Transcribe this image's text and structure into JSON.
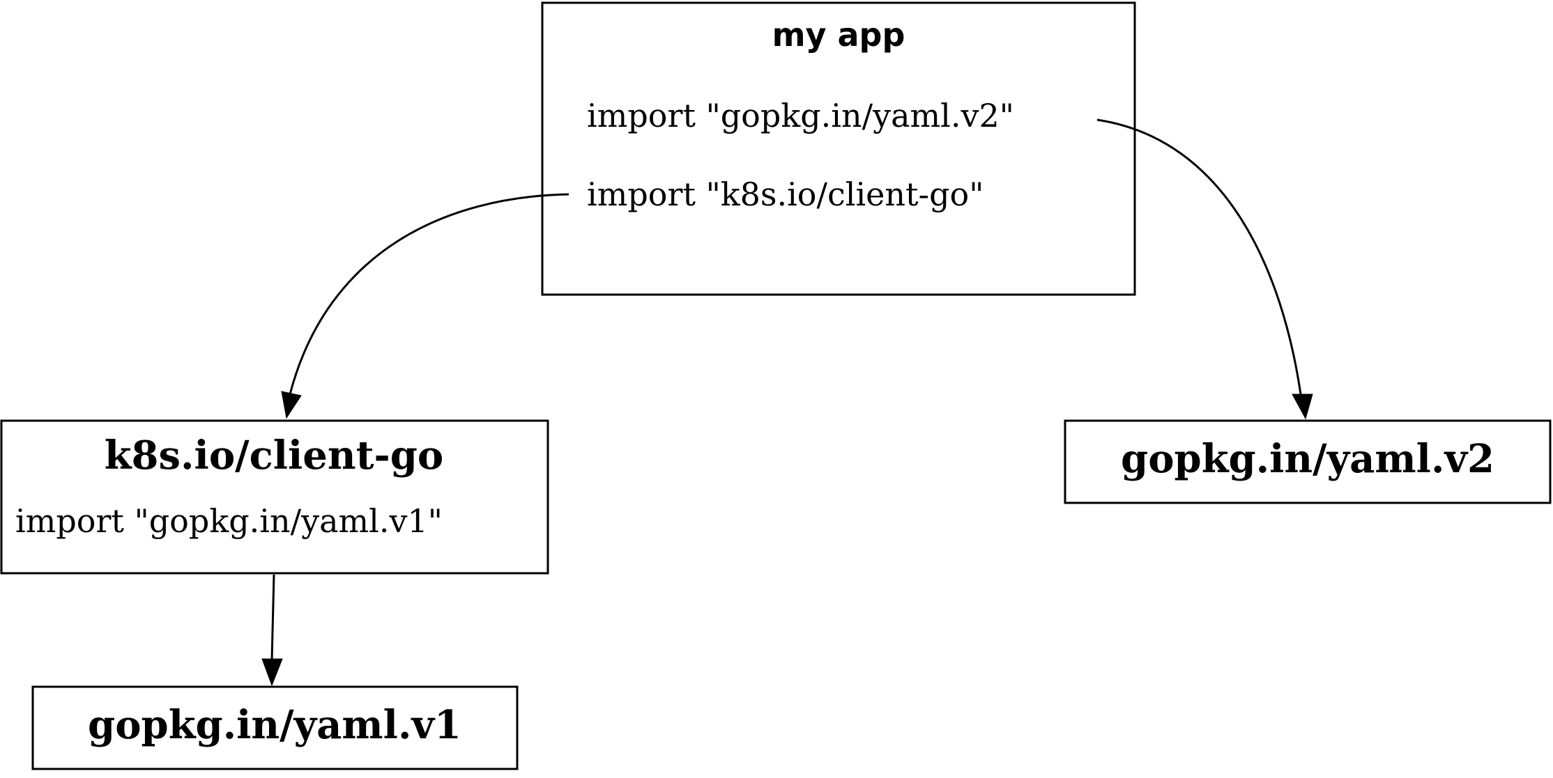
{
  "nodes": {
    "app": {
      "title": "my app",
      "imports": [
        "import \"gopkg.in/yaml.v2\"",
        "import \"k8s.io/client-go\""
      ]
    },
    "client_go": {
      "title": "k8s.io/client-go",
      "imports": [
        "import \"gopkg.in/yaml.v1\""
      ]
    },
    "yaml_v2": {
      "title": "gopkg.in/yaml.v2"
    },
    "yaml_v1": {
      "title": "gopkg.in/yaml.v1"
    }
  },
  "edges": [
    {
      "from": "app",
      "to": "client_go"
    },
    {
      "from": "app",
      "to": "yaml_v2"
    },
    {
      "from": "client_go",
      "to": "yaml_v1"
    }
  ]
}
